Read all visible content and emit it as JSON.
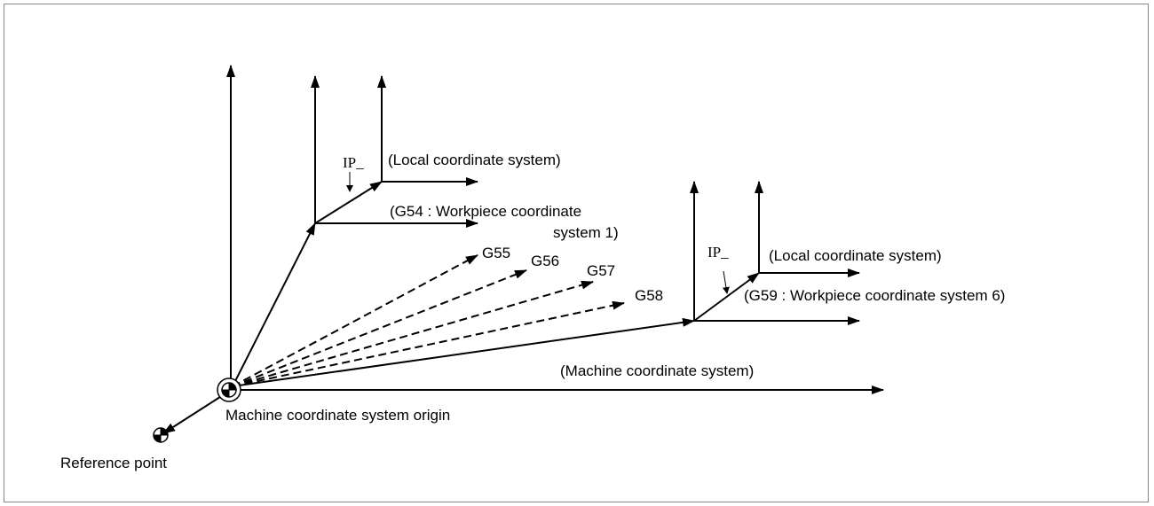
{
  "labels": {
    "local_cs_1": "(Local coordinate system)",
    "ip_1": "IP_",
    "g54_line1": "(G54 : Workpiece coordinate",
    "g54_line2": "system 1)",
    "g55": "G55",
    "g56": "G56",
    "g57": "G57",
    "g58": "G58",
    "ip_2": "IP_",
    "local_cs_2": "(Local coordinate system)",
    "g59": "(G59 : Workpiece coordinate system 6)",
    "machine_cs": "(Machine coordinate system)",
    "machine_origin": "Machine coordinate system origin",
    "reference_point": "Reference point"
  },
  "colors": {
    "ink": "#000000",
    "frame": "#888888",
    "background": "#ffffff"
  }
}
